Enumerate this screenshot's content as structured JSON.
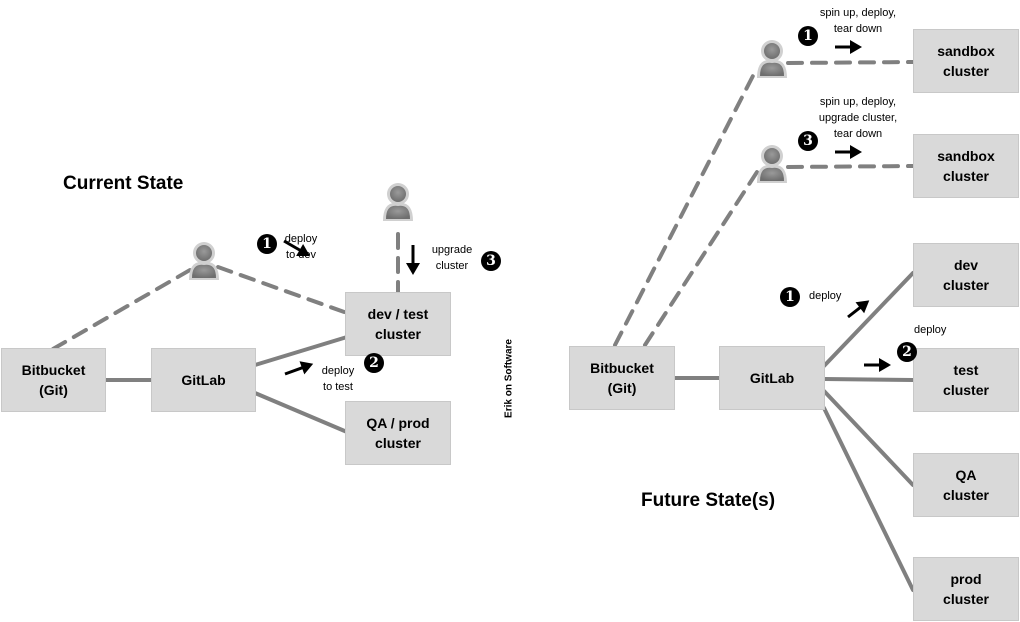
{
  "colors": {
    "box_fill": "#d9d9d9",
    "connector": "#808080",
    "badge": "#000000",
    "arrow": "#000000"
  },
  "current_state": {
    "title": "Current State",
    "boxes": {
      "bitbucket": [
        "Bitbucket",
        "(Git)"
      ],
      "gitlab": [
        "GitLab"
      ],
      "devtest": [
        "dev / test",
        "cluster"
      ],
      "qaprod": [
        "QA / prod",
        "cluster"
      ]
    },
    "steps": [
      {
        "number": "1",
        "lines": [
          "deploy",
          "to dev"
        ]
      },
      {
        "number": "2",
        "lines": [
          "deploy",
          "to test"
        ]
      },
      {
        "number": "3",
        "lines": [
          "upgrade",
          "cluster"
        ]
      }
    ]
  },
  "future_state": {
    "title": "Future State(s)",
    "boxes": {
      "bitbucket": [
        "Bitbucket",
        "(Git)"
      ],
      "gitlab": [
        "GitLab"
      ],
      "sandbox1": [
        "sandbox",
        "cluster"
      ],
      "sandbox2": [
        "sandbox",
        "cluster"
      ],
      "dev": [
        "dev",
        "cluster"
      ],
      "test": [
        "test",
        "cluster"
      ],
      "qa": [
        "QA",
        "cluster"
      ],
      "prod": [
        "prod",
        "cluster"
      ]
    },
    "steps": [
      {
        "number": "1",
        "lines": [
          "spin up, deploy,",
          "tear down"
        ]
      },
      {
        "number": "3",
        "lines": [
          "spin up, deploy,",
          "upgrade cluster,",
          "tear down"
        ]
      },
      {
        "number": "1",
        "lines": [
          "deploy"
        ]
      },
      {
        "number": "2",
        "lines": [
          "deploy"
        ]
      }
    ]
  },
  "credit": "Erik on Software",
  "icons": {
    "person": "user-icon",
    "arrow": "arrow-icon",
    "badge": "numbered-circle-icon"
  }
}
